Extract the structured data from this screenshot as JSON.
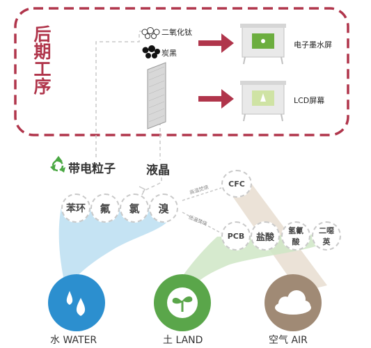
{
  "stage_title": "后期工序",
  "materials": {
    "tio2": "二氧化钛",
    "carbon": "炭黑"
  },
  "outputs": {
    "epaper": "电子墨水屏",
    "lcd": "LCD屏幕"
  },
  "nodes": {
    "charged_particles": "带电粒子",
    "liquid_crystal": "液晶",
    "benzene": "苯环",
    "fluorine": "氟",
    "chlorine": "氯",
    "bromine": "溴",
    "cfc": "CFC",
    "pcb": "PCB",
    "hcl": "盐酸",
    "hcn": "氢氰酸",
    "dioxin": "二噁英"
  },
  "process_labels": {
    "high_temp": "高温焚烧",
    "low_temp": "低温焚烧"
  },
  "media": {
    "water": "水 WATER",
    "land": "土 LAND",
    "air": "空气 AIR"
  },
  "colors": {
    "accent": "#b0354b",
    "water": "#2c8fcf",
    "land": "#5aa64a",
    "air": "#a08a75"
  }
}
